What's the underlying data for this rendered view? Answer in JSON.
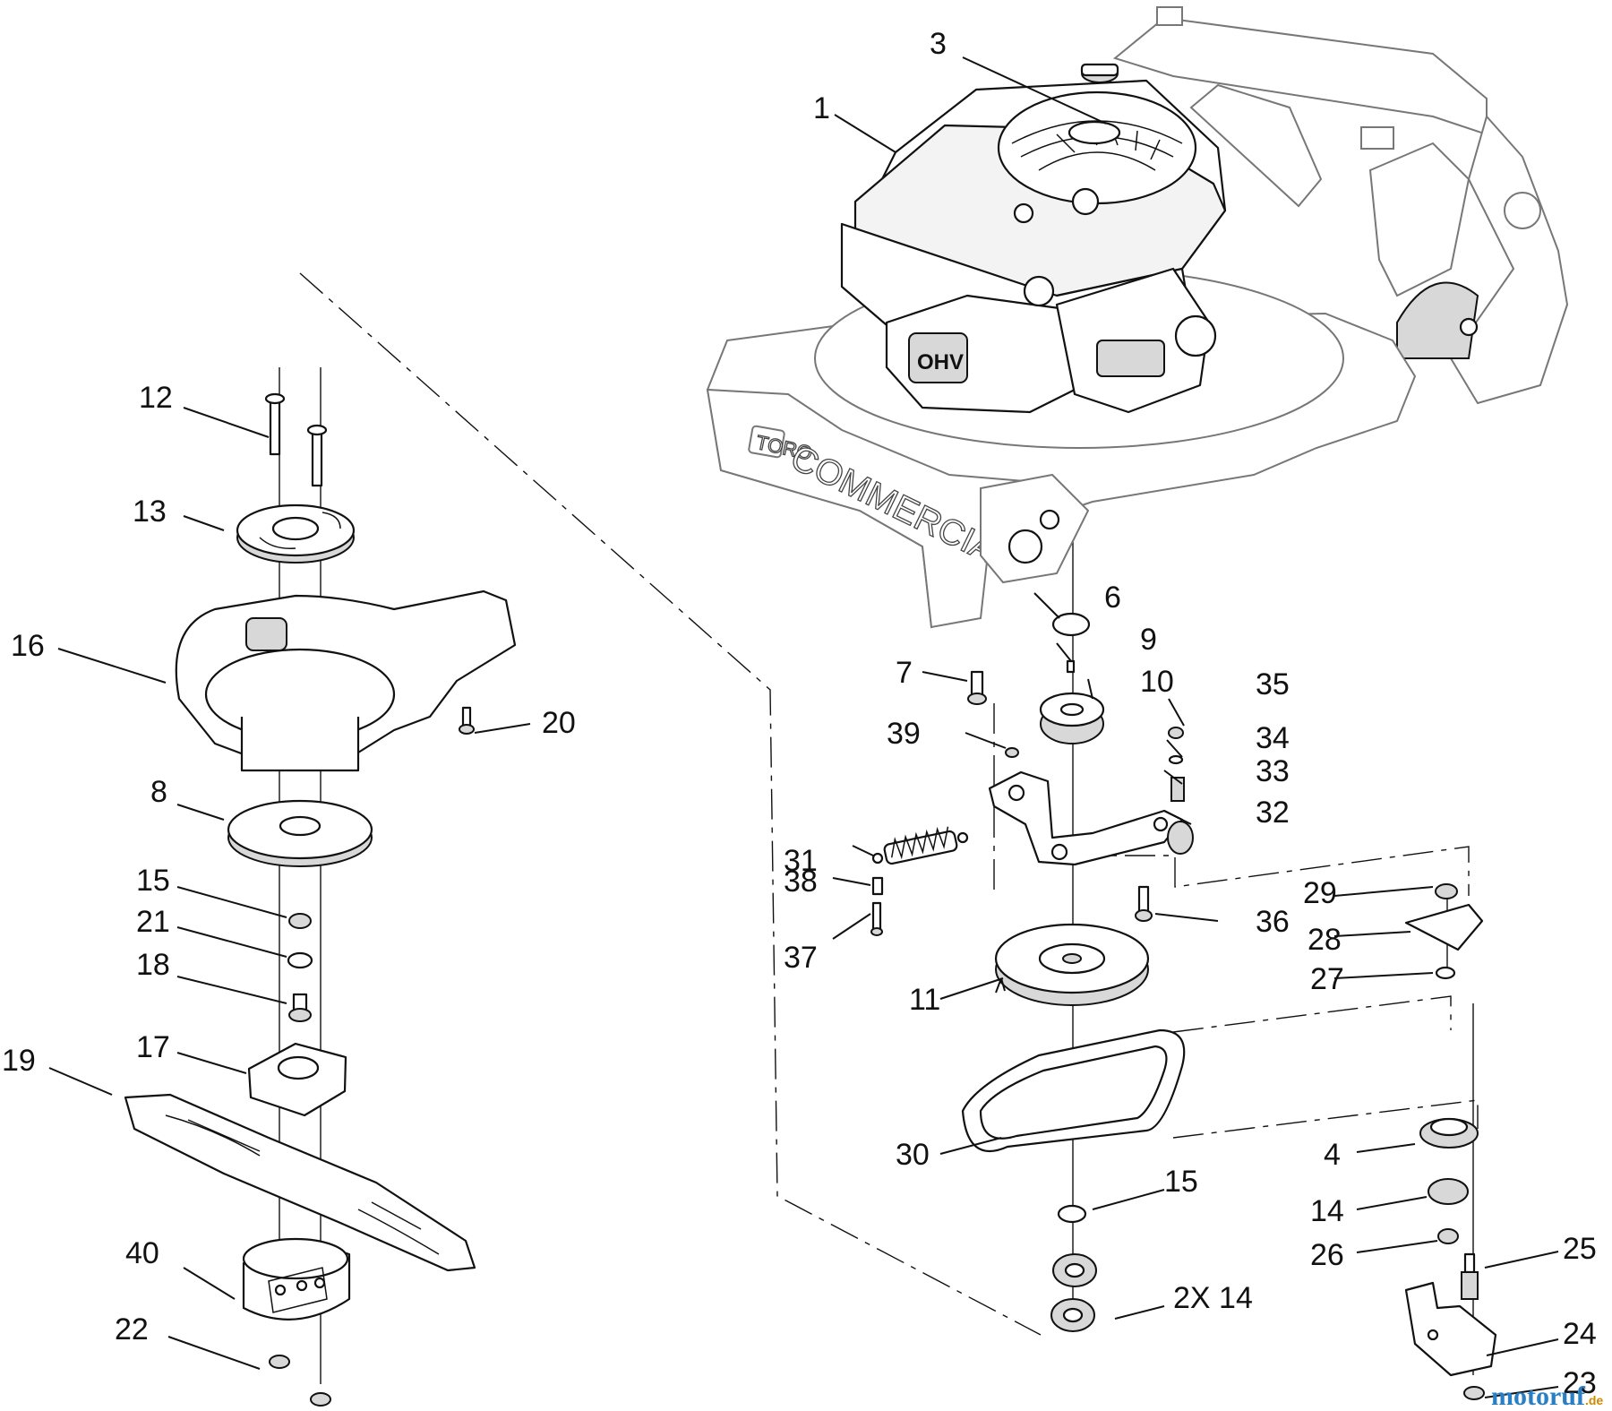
{
  "diagram": {
    "deck_branding": {
      "logo_text": "TORO",
      "model_text": "COMMERCIAL"
    },
    "engine_badge": "OHV",
    "callouts": {
      "c1": "1",
      "c3": "3",
      "c4": "4",
      "c6": "6",
      "c7": "7",
      "c8": "8",
      "c9": "9",
      "c10": "10",
      "c11": "11",
      "c12": "12",
      "c13": "13",
      "c14": "14",
      "c14b": "2X 14",
      "c15": "15",
      "c15b": "15",
      "c16": "16",
      "c17": "17",
      "c18": "18",
      "c19": "19",
      "c20": "20",
      "c21": "21",
      "c22": "22",
      "c23": "23",
      "c24": "24",
      "c25": "25",
      "c26": "26",
      "c27": "27",
      "c28": "28",
      "c29": "29",
      "c30": "30",
      "c31": "31",
      "c32": "32",
      "c33": "33",
      "c34": "34",
      "c35": "35",
      "c36": "36",
      "c37": "37",
      "c38": "38",
      "c39": "39",
      "c40": "40"
    },
    "watermark": {
      "text": "motoruf",
      "suffix": ".de"
    }
  }
}
